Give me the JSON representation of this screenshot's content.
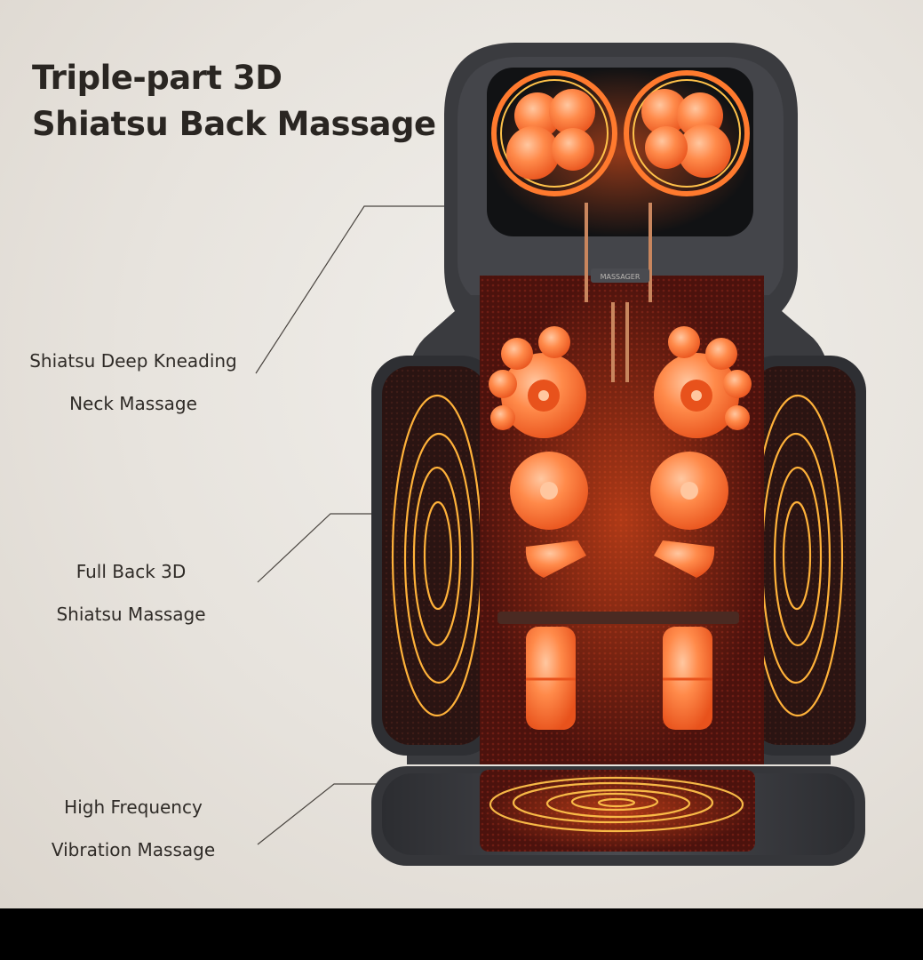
{
  "title": {
    "line1": "Triple-part 3D",
    "line2": "Shiatsu Back Massage"
  },
  "callouts": [
    {
      "line1": "Shiatsu Deep Kneading",
      "line2": "Neck Massage"
    },
    {
      "line1": "Full Back 3D",
      "line2": "Shiatsu Massage"
    },
    {
      "line1": "High Frequency",
      "line2": "Vibration Massage"
    }
  ],
  "product": {
    "badge": "MASSAGER"
  },
  "colors": {
    "background": "#e9e5df",
    "cushion": "#3a3b3f",
    "mesh": "#5a1510",
    "node": "#ff8a4a",
    "glow": "#ff5a1e",
    "heat_ring": "#ffc24a"
  }
}
